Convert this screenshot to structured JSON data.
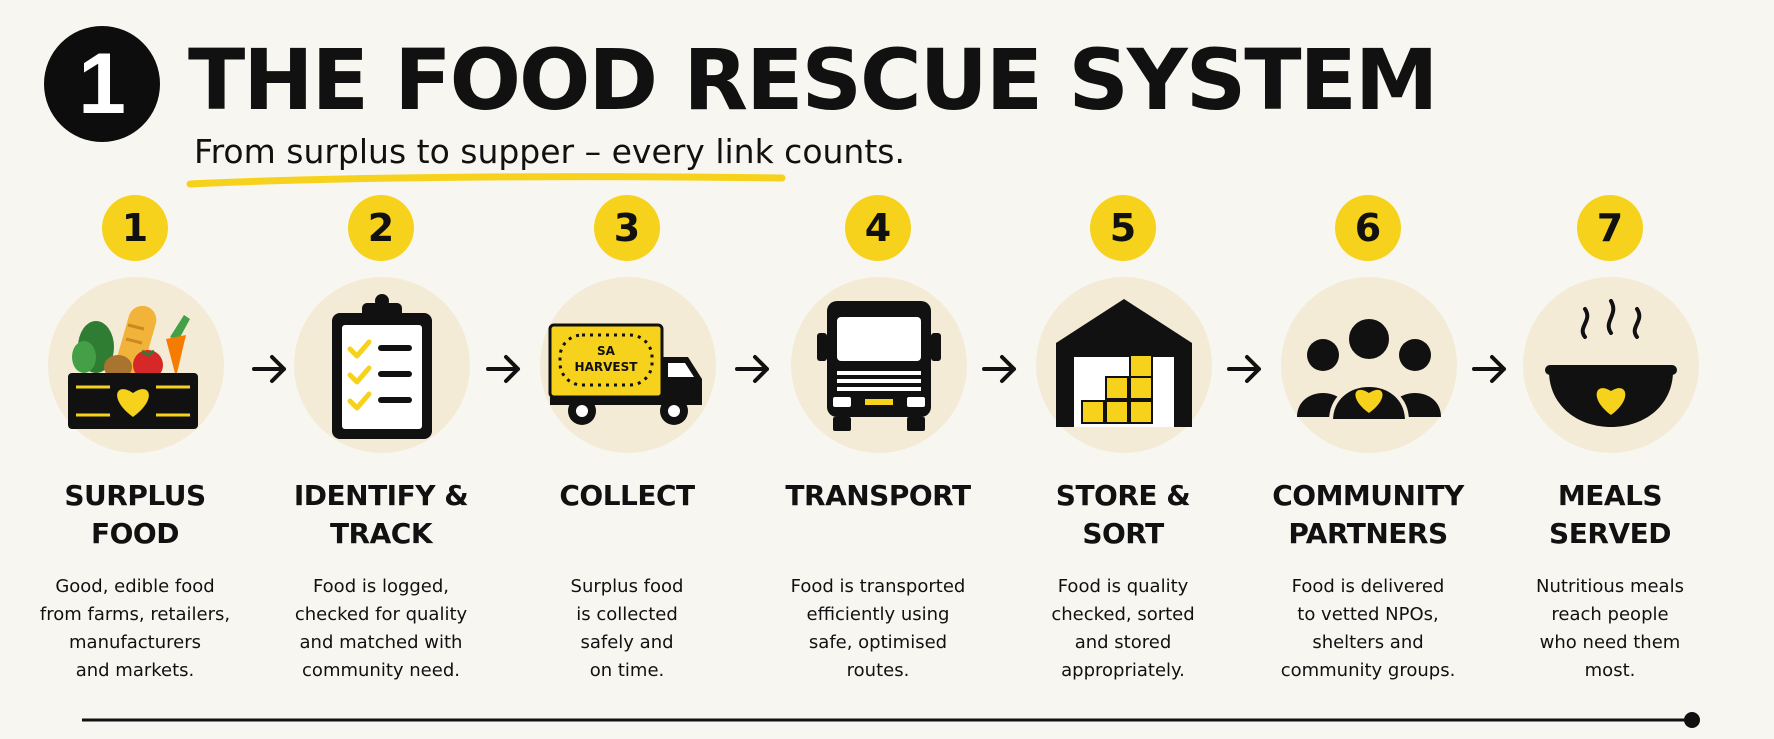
{
  "header": {
    "number": "1",
    "title": "THE FOOD RESCUE SYSTEM",
    "subtitle": "From surplus to supper – every link counts."
  },
  "icon_truck_text": [
    "SA",
    "HARVEST"
  ],
  "colors": {
    "accent": "#f7d21c",
    "ink": "#0d0d0d",
    "circle": "#f4ebd6",
    "background": "#f8f6f1"
  },
  "steps": [
    {
      "number": "1",
      "title": [
        "SURPLUS",
        "FOOD"
      ],
      "description": [
        "Good, edible food",
        "from farms, retailers,",
        "manufacturers",
        "and markets."
      ],
      "icon": "produce-crate-icon"
    },
    {
      "number": "2",
      "title": [
        "IDENTIFY &",
        "TRACK"
      ],
      "description": [
        "Food is logged,",
        "checked for quality",
        "and matched with",
        "community need."
      ],
      "icon": "clipboard-checklist-icon"
    },
    {
      "number": "3",
      "title": [
        "COLLECT"
      ],
      "description": [
        "Surplus food",
        "is collected",
        "safely and",
        "on time."
      ],
      "icon": "delivery-van-icon"
    },
    {
      "number": "4",
      "title": [
        "TRANSPORT"
      ],
      "description": [
        "Food is transported",
        "efficiently using",
        "safe, optimised",
        "routes."
      ],
      "icon": "truck-front-icon"
    },
    {
      "number": "5",
      "title": [
        "STORE &",
        "SORT"
      ],
      "description": [
        "Food is quality",
        "checked, sorted",
        "and stored",
        "appropriately."
      ],
      "icon": "warehouse-icon"
    },
    {
      "number": "6",
      "title": [
        "COMMUNITY",
        "PARTNERS"
      ],
      "description": [
        "Food is delivered",
        "to vetted NPOs,",
        "shelters and",
        "community groups."
      ],
      "icon": "community-group-icon"
    },
    {
      "number": "7",
      "title": [
        "MEALS",
        "SERVED"
      ],
      "description": [
        "Nutritious meals",
        "reach people",
        "who need them",
        "most."
      ],
      "icon": "steaming-bowl-icon"
    }
  ]
}
